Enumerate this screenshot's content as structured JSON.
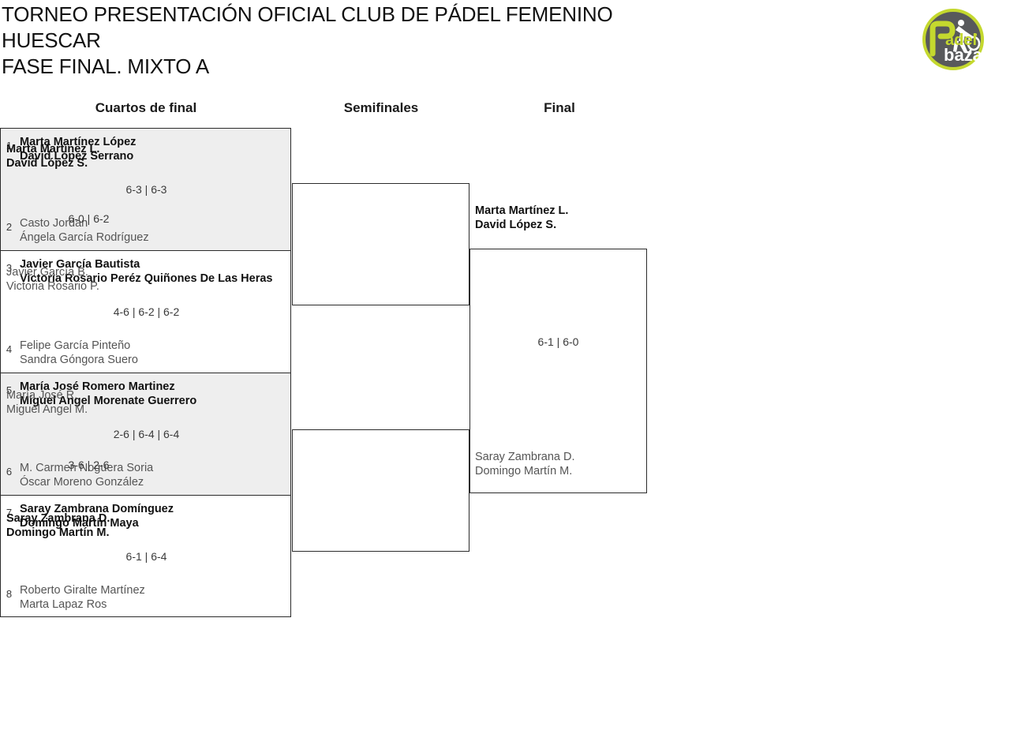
{
  "header": {
    "line1": "TORNEO PRESENTACIÓN OFICIAL CLUB DE PÁDEL FEMENINO",
    "line2": "HUESCAR",
    "line3": "FASE FINAL. MIXTO A"
  },
  "logo": {
    "name": "padel-baza-logo",
    "text_top": "adel",
    "text_bottom": "baza",
    "circle_color": "#58595b",
    "accent_color": "#c4d82e"
  },
  "rounds": {
    "quarterfinals": "Cuartos de final",
    "semifinals": "Semifinales",
    "final": "Final"
  },
  "quarterfinals": [
    {
      "shaded": true,
      "top": {
        "seed": "1",
        "player1": "Marta Martínez López",
        "player2": "David López Serrano",
        "result": "winner"
      },
      "bottom": {
        "seed": "2",
        "player1": "Casto Jordan",
        "player2": "Ángela García Rodríguez",
        "result": "loser"
      },
      "score": "6-3 | 6-3"
    },
    {
      "shaded": false,
      "top": {
        "seed": "3",
        "player1": "Javier García Bautista",
        "player2": "Victoria Rosario Peréz Quiñones De Las Heras",
        "result": "winner"
      },
      "bottom": {
        "seed": "4",
        "player1": "Felipe García Pinteño",
        "player2": "Sandra Góngora Suero",
        "result": "loser"
      },
      "score": "4-6 | 6-2 | 6-2"
    },
    {
      "shaded": true,
      "top": {
        "seed": "5",
        "player1": "María José Romero Martinez",
        "player2": "Miguel Angel Morenate Guerrero",
        "result": "winner"
      },
      "bottom": {
        "seed": "6",
        "player1": "M. Carmen Noguera Soria",
        "player2": "Óscar Moreno González",
        "result": "loser"
      },
      "score": "2-6 | 6-4 | 6-4"
    },
    {
      "shaded": false,
      "top": {
        "seed": "7",
        "player1": "Saray Zambrana Domínguez",
        "player2": "Domingo Martín Maya",
        "result": "winner"
      },
      "bottom": {
        "seed": "8",
        "player1": "Roberto Giralte Martínez",
        "player2": "Marta Lapaz Ros",
        "result": "loser"
      },
      "score": "6-1 | 6-4"
    }
  ],
  "semifinals": [
    {
      "top": {
        "player1": "Marta Martínez L.",
        "player2": "David López S.",
        "result": "winner"
      },
      "bottom": {
        "player1": "Javier García B.",
        "player2": "Victoria Rosario P.",
        "result": "loser"
      },
      "score": "6-0 | 6-2"
    },
    {
      "top": {
        "player1": "María José R.",
        "player2": "Miguel Angel M.",
        "result": "loser"
      },
      "bottom": {
        "player1": "Saray Zambrana D.",
        "player2": "Domingo Martín M.",
        "result": "winner"
      },
      "score": "3-6 | 2-6"
    }
  ],
  "final": {
    "top": {
      "player1": "Marta Martínez L.",
      "player2": "David López S.",
      "result": "winner"
    },
    "bottom": {
      "player1": "Saray Zambrana D.",
      "player2": "Domingo Martín M.",
      "result": "loser"
    },
    "score": "6-1 | 6-0"
  }
}
